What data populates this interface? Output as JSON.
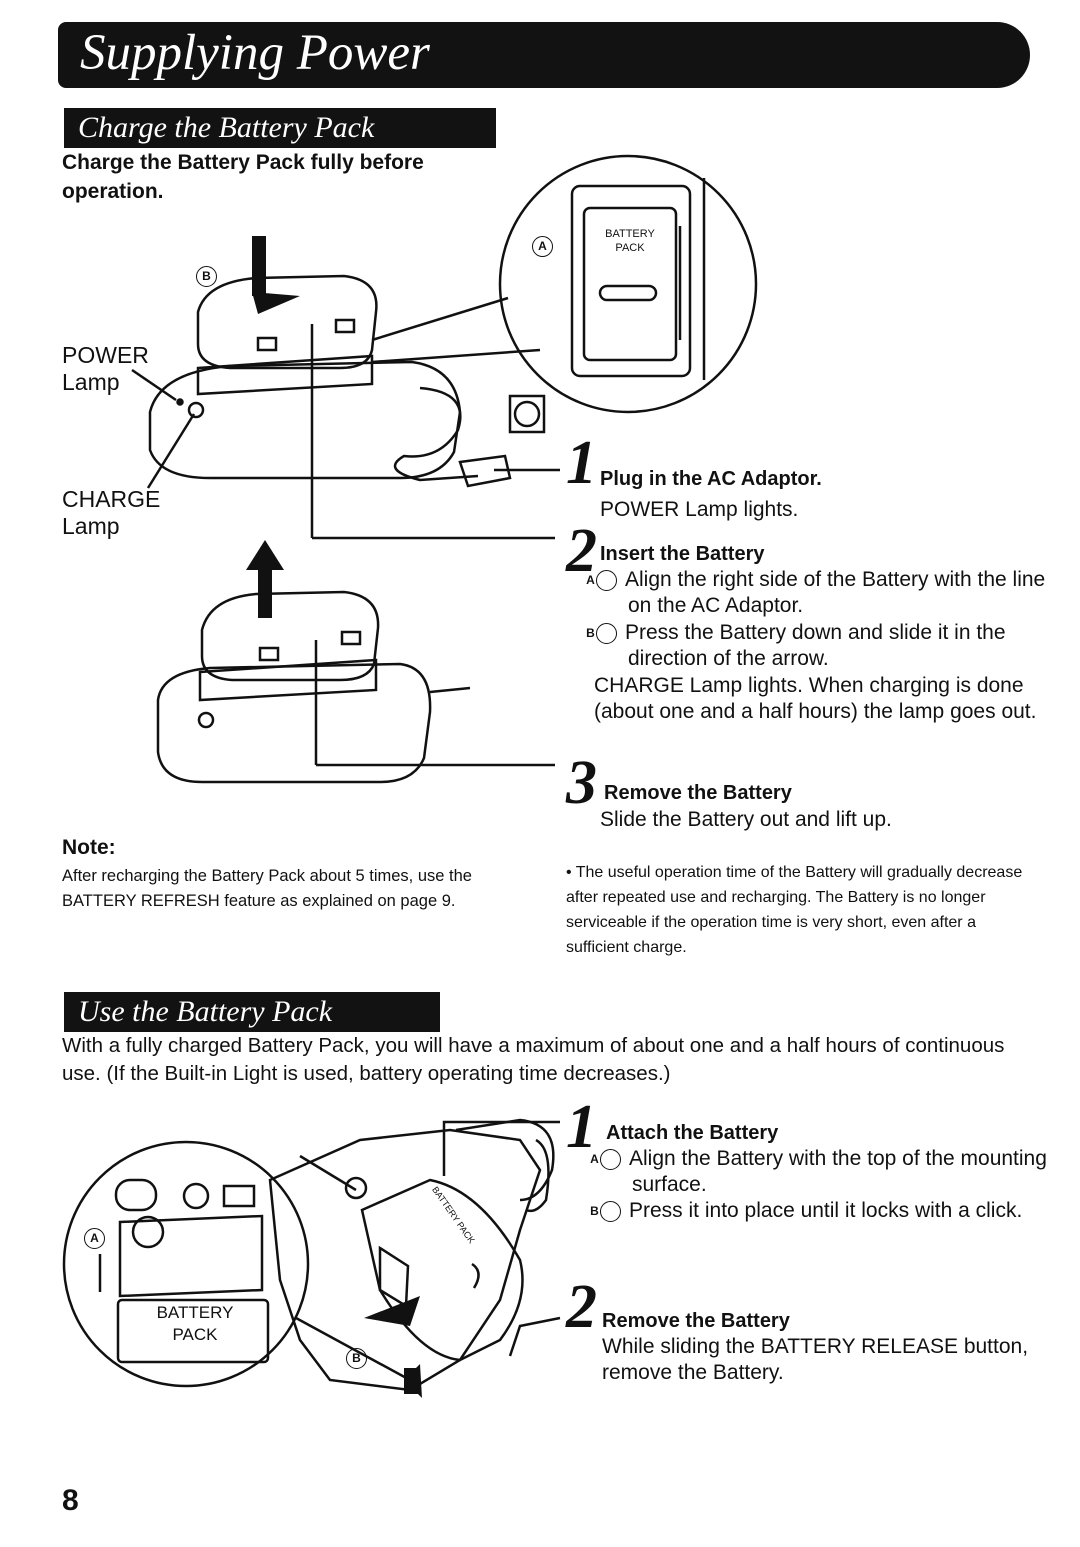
{
  "title": "Supplying Power",
  "charge_section": {
    "heading": "Charge the Battery Pack",
    "intro": "Charge the Battery Pack fully before operation.",
    "labels": {
      "power_lamp": "POWER\nLamp",
      "charge_lamp": "CHARGE\nLamp",
      "marker_a": "A",
      "marker_b": "B",
      "battery_pack_inset": "BATTERY\nPACK"
    },
    "steps": [
      {
        "number": "1",
        "heading": "Plug in the AC Adaptor.",
        "text": "POWER Lamp lights."
      },
      {
        "number": "2",
        "heading": "Insert the Battery",
        "items": [
          {
            "marker": "A",
            "text": "Align the right side of the Battery with the line on the AC Adaptor."
          },
          {
            "marker": "B",
            "text": "Press the Battery down and slide it in the direction of the arrow."
          }
        ],
        "text": "CHARGE Lamp lights. When charging is done (about one and a half hours) the lamp goes out."
      },
      {
        "number": "3",
        "heading": "Remove the Battery",
        "text": "Slide the Battery out and lift up."
      }
    ],
    "note": {
      "heading": "Note:",
      "text": "After recharging the Battery Pack about 5 times, use the BATTERY REFRESH feature as explained on page 9."
    },
    "bullet": "• The useful operation time of the Battery will gradually decrease after repeated use and recharging. The Battery is no longer serviceable if the operation time is very short, even after a sufficient charge."
  },
  "use_section": {
    "heading": "Use the Battery Pack",
    "intro": "With a fully charged Battery Pack, you will have a maximum of about one and a half hours of continuous use. (If the Built-in Light is used, battery operating time decreases.)",
    "labels": {
      "marker_a": "A",
      "marker_b": "B",
      "battery_pack_inset": "BATTERY\nPACK",
      "battery_pack_body": "BATTERY PACK"
    },
    "steps": [
      {
        "number": "1",
        "heading": "Attach the Battery",
        "items": [
          {
            "marker": "A",
            "text": "Align the Battery with the top of the mounting surface."
          },
          {
            "marker": "B",
            "text": "Press it into place until it locks with a click."
          }
        ]
      },
      {
        "number": "2",
        "heading": "Remove the Battery",
        "text": "While sliding the BATTERY RELEASE button, remove the Battery."
      }
    ]
  },
  "page_number": "8"
}
